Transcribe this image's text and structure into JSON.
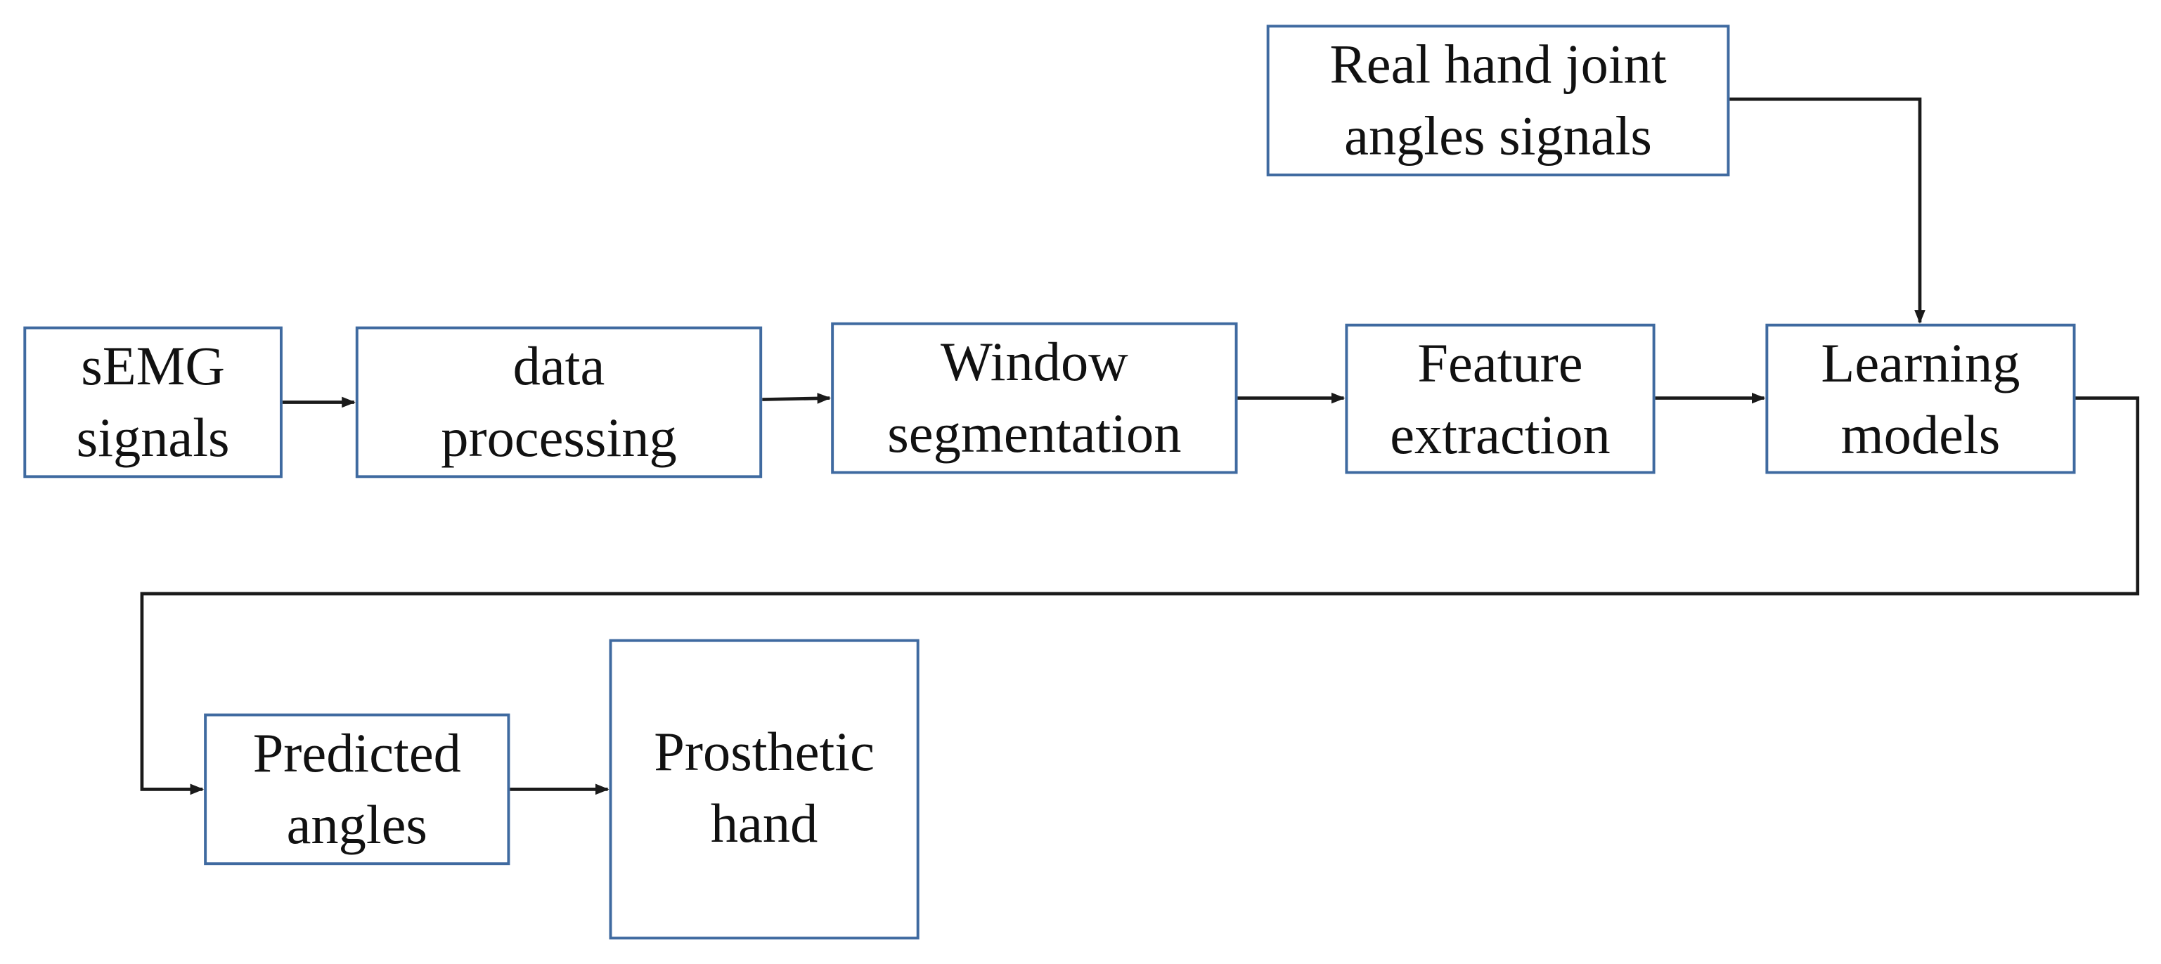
{
  "diagram": {
    "nodes": {
      "semg_signals": "sEMG\nsignals",
      "data_processing": "data\nprocessing",
      "window_segmentation": "Window\nsegmentation",
      "feature_extraction": "Feature\nextraction",
      "learning_models": "Learning\nmodels",
      "real_hand_joint_angles": "Real hand joint\nangles signals",
      "predicted_angles": "Predicted\nangles",
      "prosthetic_hand": "Prosthetic\nhand"
    },
    "edges": [
      {
        "from": "sEMG signals",
        "to": "data processing"
      },
      {
        "from": "data processing",
        "to": "Window segmentation"
      },
      {
        "from": "Window segmentation",
        "to": "Feature extraction"
      },
      {
        "from": "Feature extraction",
        "to": "Learning models"
      },
      {
        "from": "Real hand joint angles signals",
        "to": "Learning models"
      },
      {
        "from": "Learning models",
        "to": "Predicted angles"
      },
      {
        "from": "Predicted angles",
        "to": "Prosthetic hand"
      }
    ],
    "colors": {
      "box_border": "#3f6aa0",
      "connector": "#1a1a1a",
      "text": "#111111"
    }
  }
}
